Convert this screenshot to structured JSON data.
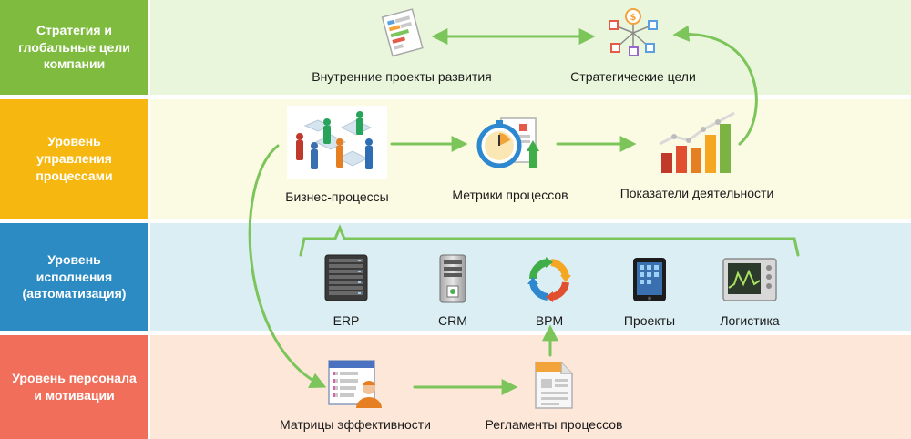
{
  "colors": {
    "strategy_label": "#7fbb3f",
    "strategy_body": "#eaf6dc",
    "process_label": "#f6b810",
    "process_body": "#fbfbe4",
    "execution_label": "#2d8bc4",
    "execution_body": "#daeef3",
    "personnel_label": "#f16f5a",
    "personnel_body": "#fde7d8",
    "arrow": "#7cc55a"
  },
  "levels": [
    {
      "id": "strategy",
      "label": "Стратегия и\nглобальные цели\nкомпании"
    },
    {
      "id": "process",
      "label": "Уровень\nуправления\nпроцессами"
    },
    {
      "id": "execution",
      "label": "Уровень\nисполнения\n(автоматизация)"
    },
    {
      "id": "personnel",
      "label": "Уровень персонала\nи мотивации"
    }
  ],
  "nodes": {
    "internal_projects": {
      "label": "Внутренние проекты развития",
      "icon": "document-chart-icon"
    },
    "strategic_goals": {
      "label": "Стратегические цели",
      "icon": "goal-network-icon"
    },
    "business_processes": {
      "label": "Бизнес-процессы",
      "icon": "people-flow-icon"
    },
    "process_metrics": {
      "label": "Метрики процессов",
      "icon": "stopwatch-chart-icon"
    },
    "performance_indicators": {
      "label": "Показатели деятельности",
      "icon": "bar-growth-icon"
    },
    "erp": {
      "label": "ERP",
      "icon": "server-rack-icon"
    },
    "crm": {
      "label": "CRM",
      "icon": "server-tower-icon"
    },
    "bpm": {
      "label": "BPM",
      "icon": "cycle-arrows-icon"
    },
    "projects": {
      "label": "Проекты",
      "icon": "tablet-icon"
    },
    "logistics": {
      "label": "Логистика",
      "icon": "monitor-chart-icon"
    },
    "efficiency_matrix": {
      "label": "Матрицы эффективности",
      "icon": "user-form-icon"
    },
    "process_regulations": {
      "label": "Регламенты процессов",
      "icon": "document-icon"
    }
  }
}
